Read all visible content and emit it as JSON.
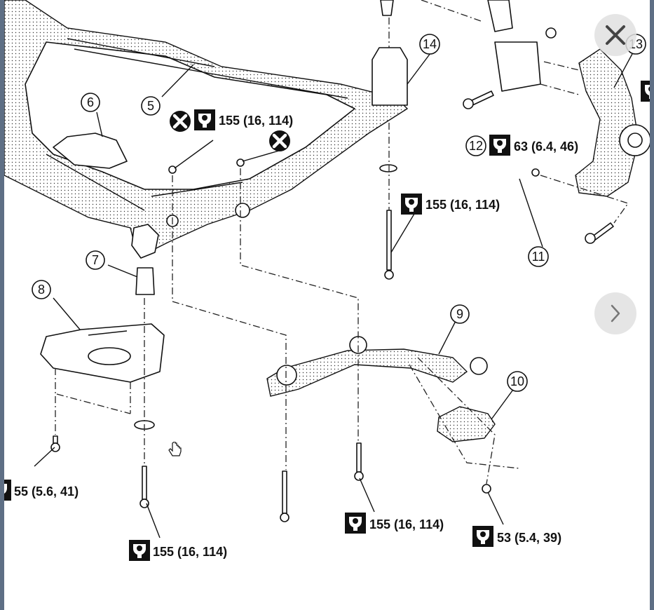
{
  "callouts": [
    "5",
    "6",
    "7",
    "8",
    "9",
    "10",
    "11",
    "12",
    "13",
    "14"
  ],
  "torques": [
    "155 (16, 114)",
    "155 (16, 114)",
    "63 (6.4, 46)",
    "55 (5.6, 41)",
    "155 (16, 114)",
    "155 (16, 114)",
    "53 (5.4, 39)"
  ],
  "icons": {
    "torque": "torque-wrench-icon",
    "no_reuse": "do-not-reuse-icon",
    "close": "close-icon",
    "next": "chevron-right-icon",
    "cursor": "hand-pointer-icon"
  }
}
